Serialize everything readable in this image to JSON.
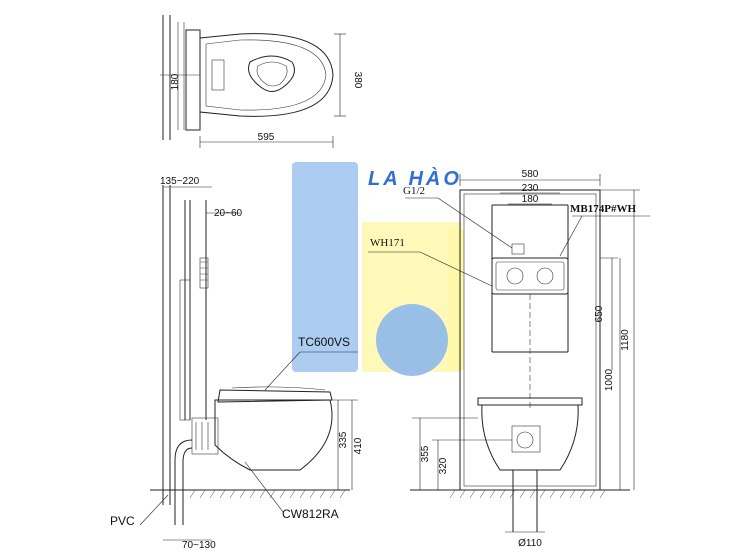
{
  "brand": {
    "name": "LA HÀO",
    "colors": {
      "blue": "#9ec3ef",
      "yellow": "#fff7a8",
      "text_blue": "#2f6fd6",
      "line": "#222222"
    }
  },
  "top_view": {
    "dim_length": "595",
    "dim_width": "380",
    "dim_small": "180"
  },
  "side_view": {
    "dim_frame_depth": "135~220",
    "dim_offset": "20~60",
    "dim_bowl_height": "335",
    "dim_total_height": "410",
    "dim_outlet": "70~130",
    "label_seat": "TC600VS",
    "label_bowl": "CW812RA",
    "label_pipe": "PVC"
  },
  "front_view": {
    "dim_frame_width": "580",
    "dim_230": "230",
    "dim_180": "180",
    "dim_650": "650",
    "dim_1000": "1000",
    "dim_1180": "1180",
    "dim_355": "355",
    "dim_320": "320",
    "dim_pipe": "Ø110",
    "label_inlet": "G1/2",
    "label_plate": "MB174P#WH",
    "label_tank": "WH171"
  }
}
